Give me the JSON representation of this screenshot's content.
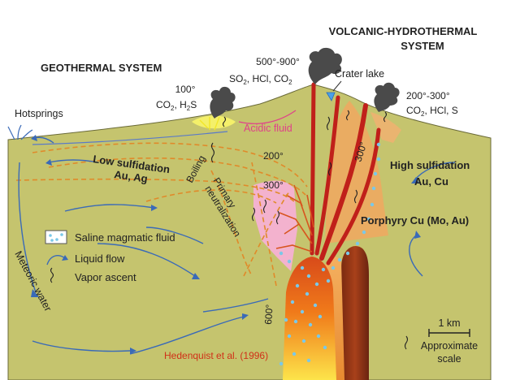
{
  "titles": {
    "volcanic_line1": "VOLCANIC-HYDROTHERMAL",
    "volcanic_line2": "SYSTEM",
    "geothermal": "GEOTHERMAL SYSTEM"
  },
  "gas_labels": {
    "crater_temp": "500°-900°",
    "crater_gas_a": "SO",
    "crater_gas_a_sub": "2",
    "crater_gas_b": ", HCl, CO",
    "crater_gas_b_sub": "2",
    "geo_temp": "100°",
    "geo_gas_a": "CO",
    "geo_gas_a_sub": "2",
    "geo_gas_b": ", H",
    "geo_gas_b_sub": "2",
    "geo_gas_c": "S",
    "right_temp": "200°-300°",
    "right_gas_a": "CO",
    "right_gas_a_sub": "2",
    "right_gas_b": ", HCl, S"
  },
  "features": {
    "crater_lake": "Crater lake",
    "hotsprings": "Hotsprings",
    "acidic_fluid": "Acidic fluid",
    "boiling": "Boiling",
    "primary_line1": "Primary",
    "primary_line2": "neutralization",
    "meteoric_water": "Meteoric water"
  },
  "deposits": {
    "low_line1": "Low sulfidation",
    "low_line2": "Au, Ag",
    "high_line1": "High sulfidation",
    "high_line2": "Au, Cu",
    "porphyry": "Porphyry Cu (Mo, Au)"
  },
  "isotherms": {
    "t200": "200°",
    "t300_left": "300°",
    "t300_right": "300°",
    "t600": "600°"
  },
  "legend": {
    "saline": "Saline magmatic fluid",
    "liquid": "Liquid flow",
    "vapor": "Vapor ascent"
  },
  "scale": {
    "distance": "1 km",
    "line1": "Approximate",
    "line2": "scale"
  },
  "citation": "Hedenquist et al. (1996)",
  "colors": {
    "ground": "#c5c46e",
    "acidic_fluid_text": "#e0408a",
    "conduit": "#c0201a",
    "isotherm": "#e08a2a",
    "citation": "#d03018"
  }
}
